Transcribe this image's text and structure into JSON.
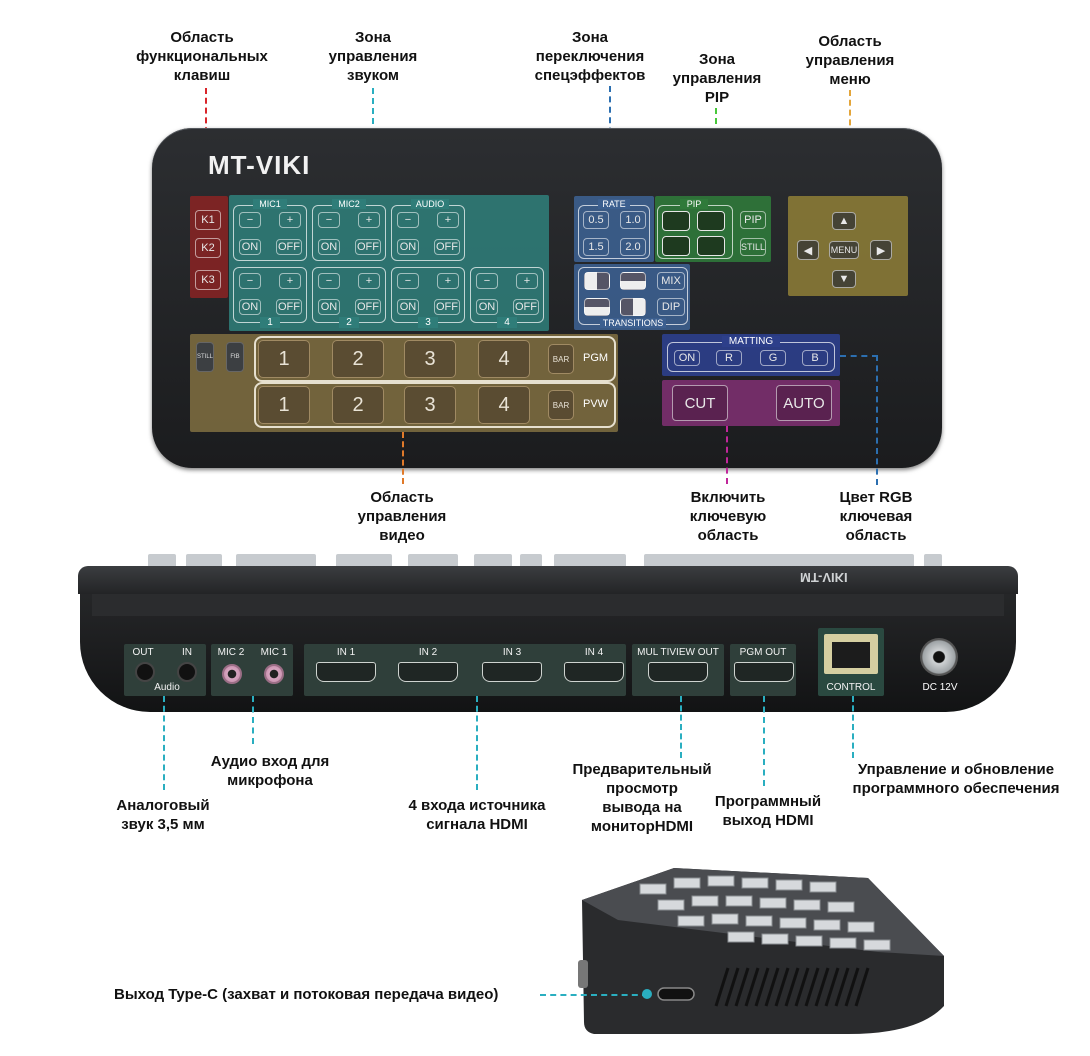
{
  "brand": "MT-VIKI",
  "labels": {
    "function_keys": "Область\nфункциональных\nклавиш",
    "sound_zone": "Зона\nуправления\nзвуком",
    "effects_zone": "Зона\nпереключения\nспецэффектов",
    "pip_zone": "Зона\nуправления\nPIP",
    "menu_zone": "Область\nуправления\nменю",
    "video_zone": "Область\nуправления\nвидео",
    "key_enable": "Включить\nключевую\nобласть",
    "rgb_key": "Цвет RGB\nключевая\nобласть",
    "mic_input": "Аудио вход для\nмикрофона",
    "analog_audio": "Аналоговый\nзвук 3,5 мм",
    "hdmi_inputs": "4 входа источника\nсигнала HDMI",
    "multiview": "Предварительный\nпросмотр\nвывода на\nмониторHDMI",
    "pgm_hdmi": "Программный\nвыход HDMI",
    "control": "Управление и обновление\nпрограммного обеспечения",
    "typec": "Выход Type-C (захват и потоковая передача видео)"
  },
  "function_keys": [
    "K1",
    "K2",
    "K3"
  ],
  "audio": {
    "groups_top": [
      "MIC1",
      "MIC2",
      "AUDIO"
    ],
    "groups_bottom": [
      "1",
      "2",
      "3",
      "4"
    ],
    "minus": "−",
    "plus": "+",
    "on": "ON",
    "off": "OFF"
  },
  "rate": {
    "title": "RATE",
    "values": [
      "0.5",
      "1.0",
      "1.5",
      "2.0"
    ]
  },
  "transitions": {
    "title": "TRANSITIONS",
    "mix": "MIX",
    "dip": "DIP"
  },
  "pip": {
    "title": "PIP",
    "pip": "PIP",
    "still": "STILL"
  },
  "menu": {
    "label": "MENU",
    "up": "▲",
    "down": "▼",
    "left": "◀",
    "right": "▶"
  },
  "video": {
    "still": "STILL",
    "ftb": "FtB",
    "pgm_label": "PGM",
    "pvw_label": "PVW",
    "bar": "BAR",
    "sources": [
      "1",
      "2",
      "3",
      "4"
    ]
  },
  "matting": {
    "title": "MATTING",
    "keys": [
      "ON",
      "R",
      "G",
      "B"
    ]
  },
  "cut": "CUT",
  "auto": "AUTO",
  "back": {
    "out": "OUT",
    "in": "IN",
    "audio": "Audio",
    "mic2": "MIC 2",
    "mic1": "MIC 1",
    "hdmi_in": [
      "IN 1",
      "IN 2",
      "IN 3",
      "IN 4"
    ],
    "multiview_out": "MUL TIVIEW OUT",
    "pgm_out": "PGM OUT",
    "control": "CONTROL",
    "dc": "DC  12V"
  },
  "colors": {
    "function": "#8b2323",
    "sound": "#2f7d79",
    "rate": "#3c5f8f",
    "pip": "#2f7a3a",
    "menu": "#8a7a36",
    "video": "#7b6a3f",
    "matting": "#2d3f8a",
    "cutauto": "#7a2f6e",
    "line_red": "#d9262b",
    "line_cyan": "#2aaec0",
    "line_green": "#48c83b",
    "line_yellow": "#e3a53a",
    "line_orange": "#e07a2a",
    "line_magenta": "#c0279a",
    "line_blue": "#2c6fb0"
  }
}
